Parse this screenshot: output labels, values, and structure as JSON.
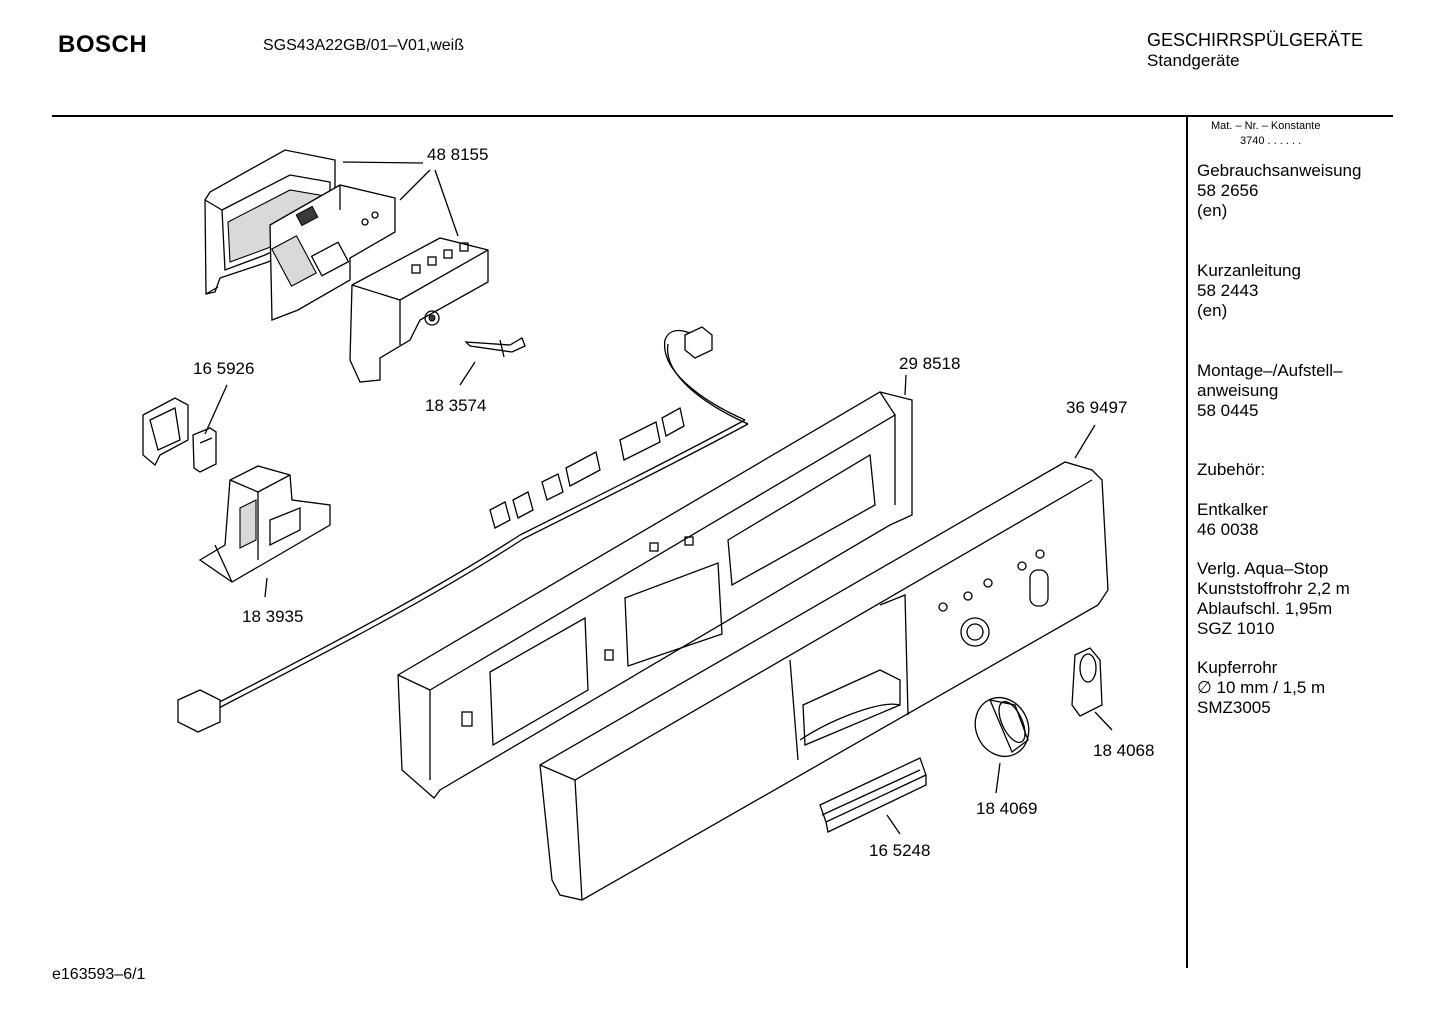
{
  "header": {
    "brand": "BOSCH",
    "model": "SGS43A22GB/01–V01,weiß",
    "category": "GESCHIRRSPÜLGERÄTE",
    "subcategory": "Standgeräte"
  },
  "sidebar": {
    "mat_label": "Mat. – Nr. – Konstante",
    "mat_value": "3740  .  .  .  .  .  .",
    "blocks": [
      {
        "lines": [
          "Gebrauchsanweisung",
          "58 2656",
          "(en)"
        ]
      },
      {
        "lines": [
          "Kurzanleitung",
          "58 2443",
          "(en)"
        ]
      },
      {
        "lines": [
          "Montage–/Aufstell–",
          "anweisung",
          "58 0445"
        ]
      },
      {
        "lines": [
          "Zubehör:"
        ]
      },
      {
        "lines": [
          "Entkalker",
          "46 0038"
        ]
      },
      {
        "lines": [
          "Verlg. Aqua–Stop",
          "Kunststoffrohr 2,2 m",
          "Ablaufschl. 1,95m",
          "SGZ 1010"
        ]
      },
      {
        "lines": [
          "Kupferrohr",
          "∅ 10 mm / 1,5 m",
          "SMZ3005"
        ]
      }
    ]
  },
  "callouts": [
    {
      "id": "c-488155",
      "text": "48 8155"
    },
    {
      "id": "c-165926",
      "text": "16 5926"
    },
    {
      "id": "c-183574",
      "text": "18 3574"
    },
    {
      "id": "c-298518",
      "text": "29 8518"
    },
    {
      "id": "c-369497",
      "text": "36 9497"
    },
    {
      "id": "c-183935",
      "text": "18 3935"
    },
    {
      "id": "c-184068",
      "text": "18 4068"
    },
    {
      "id": "c-184069",
      "text": "18 4069"
    },
    {
      "id": "c-165248",
      "text": "16 5248"
    }
  ],
  "footer": {
    "code": "e163593–6/1"
  }
}
